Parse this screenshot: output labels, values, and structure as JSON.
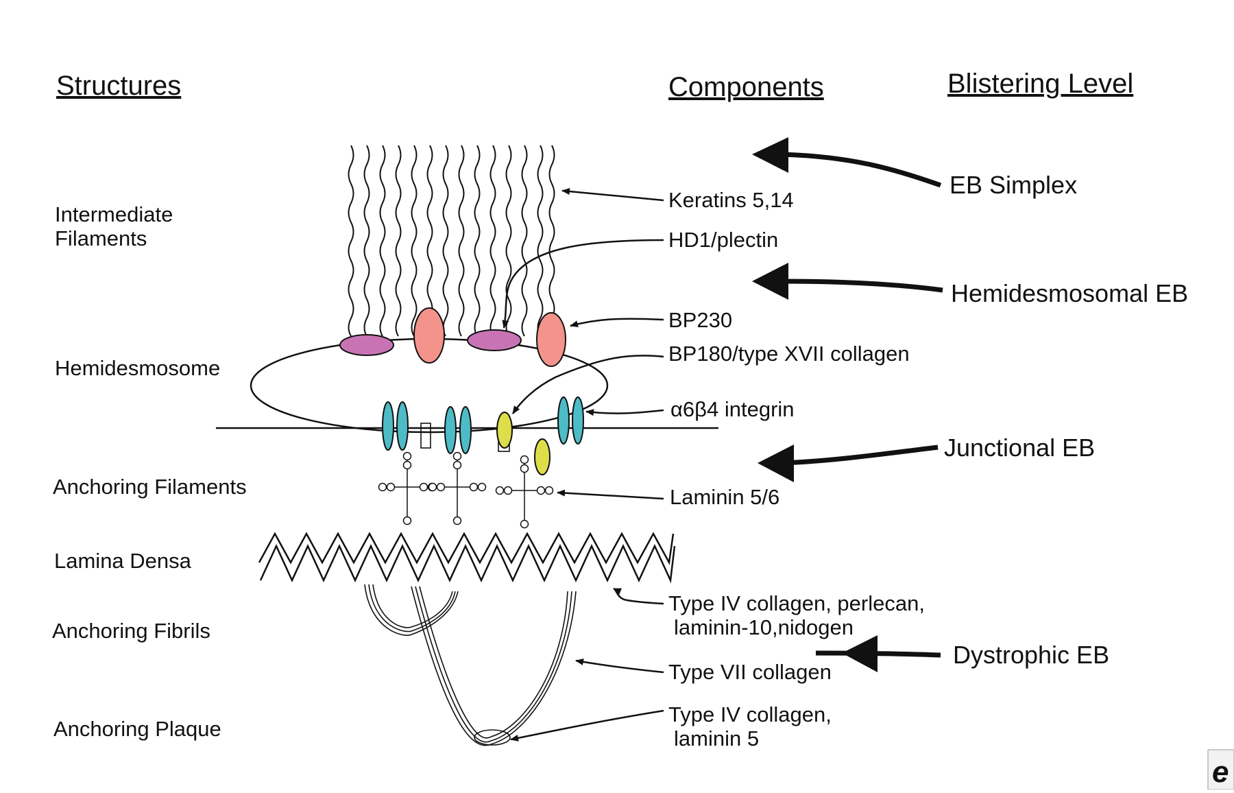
{
  "headers": {
    "structures": "Structures",
    "components": "Components",
    "blistering_level": "Blistering Level"
  },
  "structures": {
    "intermediate_filaments_1": "Intermediate",
    "intermediate_filaments_2": "Filaments",
    "hemidesmosome": "Hemidesmosome",
    "anchoring_filaments": "Anchoring Filaments",
    "lamina_densa": "Lamina Densa",
    "anchoring_fibrils": "Anchoring Fibrils",
    "anchoring_plaque": "Anchoring Plaque"
  },
  "components": {
    "keratins": "Keratins 5,14",
    "hd1_plectin": "HD1/plectin",
    "bp230": "BP230",
    "bp180": "BP180/type XVII collagen",
    "integrin": "α6β4 integrin",
    "laminin": "Laminin 5/6",
    "type_iv_1": "Type IV collagen, perlecan,",
    "type_iv_2": "laminin-10,nidogen",
    "type_vii": "Type VII collagen",
    "plaque_1": "Type IV collagen,",
    "plaque_2": "laminin 5"
  },
  "blistering": {
    "eb_simplex": "EB Simplex",
    "hemidesmosomal": "Hemidesmosomal EB",
    "junctional": "Junctional EB",
    "dystrophic": "Dystrophic EB"
  },
  "colors": {
    "plectin_magenta": "#c874b4",
    "bp230_salmon": "#f4938c",
    "integrin_teal": "#4dbcc6",
    "bp180_yellow": "#dede4a",
    "line": "#111111"
  },
  "corner_logo": "e"
}
